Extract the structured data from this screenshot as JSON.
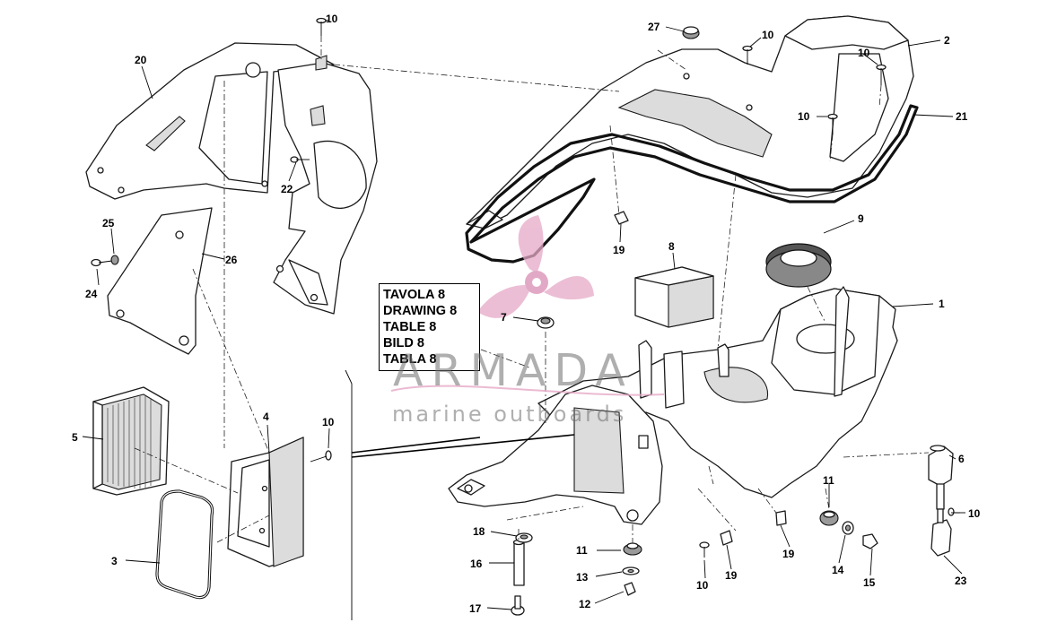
{
  "reference_box": {
    "lines": [
      "TAVOLA 8",
      "DRAWING 8",
      "TABLE 8",
      "BILD 8",
      "TABLA 8"
    ]
  },
  "watermark": {
    "word": "ARMADA",
    "subtitle": "marine outboards",
    "accent_color": "#e6a9c7",
    "text_color": "#6e6e6e",
    "icon": "propeller-icon"
  },
  "callouts": {
    "c1": "1",
    "c2": "2",
    "c3": "3",
    "c4": "4",
    "c5": "5",
    "c6": "6",
    "c7": "7",
    "c8": "8",
    "c9": "9",
    "c10a": "10",
    "c10b": "10",
    "c10c": "10",
    "c10d": "10",
    "c10e": "10",
    "c10f": "10",
    "c10g": "10",
    "c11a": "11",
    "c11b": "11",
    "c12": "12",
    "c13": "13",
    "c14": "14",
    "c15": "15",
    "c16": "16",
    "c17": "17",
    "c18": "18",
    "c19a": "19",
    "c19b": "19",
    "c19c": "19",
    "c20": "20",
    "c21": "21",
    "c22": "22",
    "c23": "23",
    "c24": "24",
    "c25": "25",
    "c26": "26",
    "c27": "27"
  }
}
